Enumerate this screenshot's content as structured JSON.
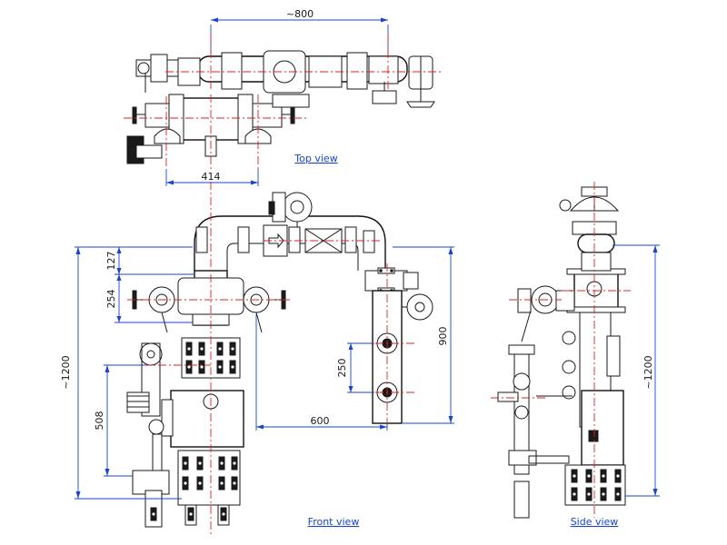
{
  "views": {
    "top": "Top view",
    "front": "Front view",
    "side": "Side view"
  },
  "dimensions": {
    "top_width": "~800",
    "top_offset": "414",
    "front_height": "~1200",
    "front_127": "127",
    "front_254": "254",
    "front_508": "508",
    "front_900": "900",
    "front_250": "250",
    "front_600": "600",
    "side_height": "~1200"
  },
  "colors": {
    "linework": "#1a1a1a",
    "dimension": "#1a44cc",
    "centerline": "#e02020",
    "label": "#1a44cc"
  }
}
